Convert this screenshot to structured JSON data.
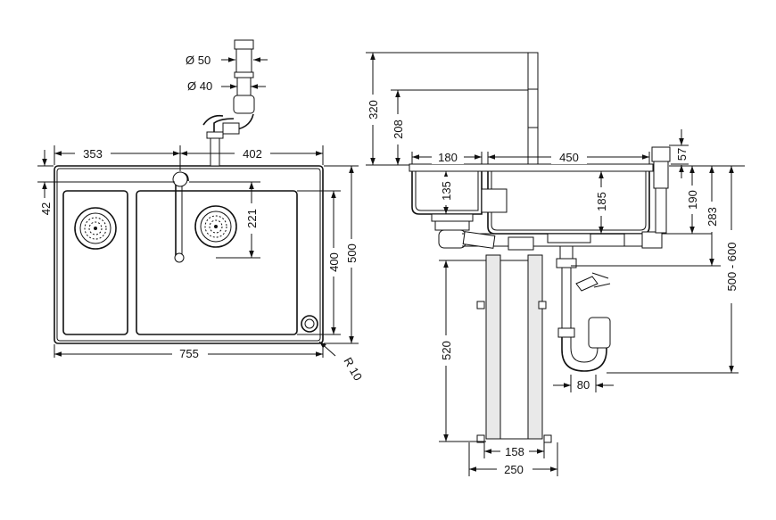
{
  "top_view": {
    "dims": {
      "bowl_left_width": "353",
      "bowl_right_width": "402",
      "total_width": "755",
      "top_offset": "42",
      "bowl_depth": "400",
      "total_depth": "500",
      "drain_offset": "221",
      "corner_radius": "R 10"
    },
    "waste_pipe": {
      "upper_diameter": "Ø 50",
      "lower_diameter": "Ø 40"
    }
  },
  "side_view": {
    "dims": {
      "faucet_height": "320",
      "faucet_arm_height": "208",
      "left_bowl_width": "180",
      "right_bowl_width": "450",
      "left_bowl_depth": "135",
      "right_bowl_depth": "185",
      "pop_up_height": "57",
      "overflow_height": "190",
      "trap_height": "283",
      "install_height": "500 - 600",
      "cabinet_height": "520",
      "trap_offset": "80",
      "leg_inner_width": "158",
      "leg_outer_width": "250"
    }
  }
}
